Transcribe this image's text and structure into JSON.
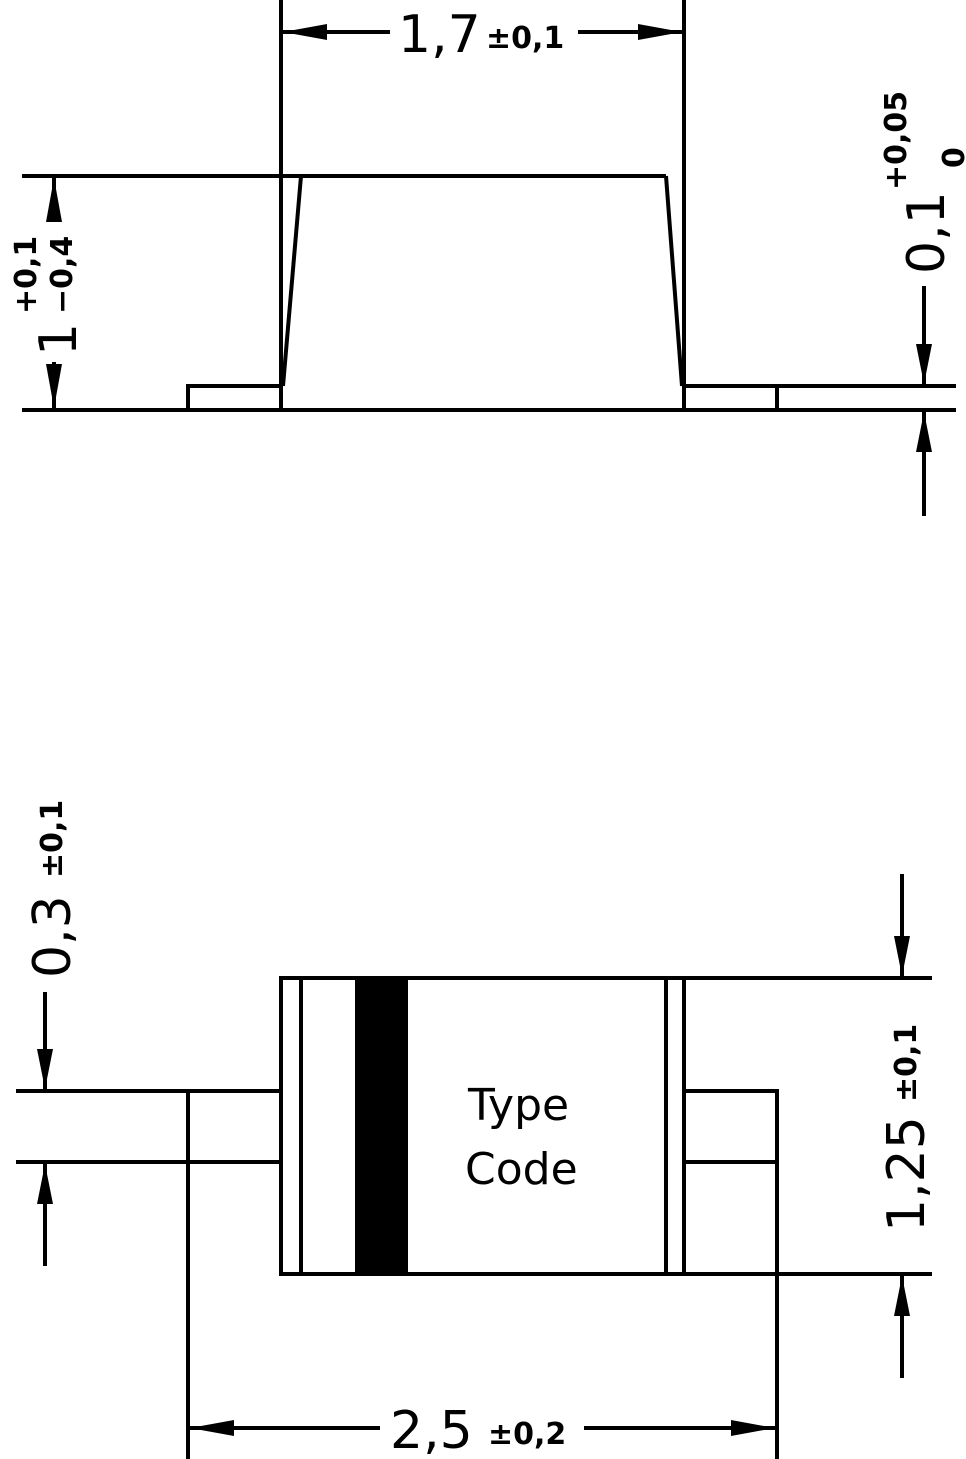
{
  "top_view": {
    "width_dim": {
      "value": "1,7",
      "tol": "±0,1"
    },
    "height_dim": {
      "value": "1",
      "tol_plus": "+0,1",
      "tol_minus": "−0,4"
    },
    "lead_dim": {
      "value": "0,1",
      "tol_plus": "+0,05",
      "tol_minus": "0"
    }
  },
  "bottom_view": {
    "lead_width_dim": {
      "value": "0,3",
      "tol": "±0,1"
    },
    "body_height_dim": {
      "value": "1,25",
      "tol": "±0,1"
    },
    "total_length_dim": {
      "value": "2,5",
      "tol": "±0,2"
    },
    "marking": {
      "line1": "Type",
      "line2": "Code"
    }
  }
}
